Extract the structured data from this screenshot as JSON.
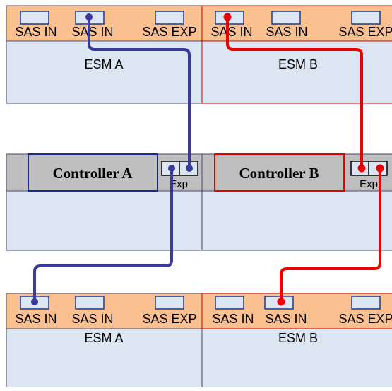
{
  "ports": {
    "sas_in": "SAS IN",
    "sas_exp": "SAS EXP",
    "exp": "Exp"
  },
  "top_shelf": {
    "esm_a": "ESM A",
    "esm_b": "ESM B"
  },
  "controller_shelf": {
    "controller_a": "Controller A",
    "controller_b": "Controller B"
  },
  "bottom_shelf": {
    "esm_a": "ESM A",
    "esm_b": "ESM B"
  },
  "colors": {
    "header_fill": "#FAC090",
    "body_fill": "#DCE6F2",
    "module_border": "#CC0000",
    "frame_stroke": "#4A4A6A",
    "port_fill": "#DCE6F2",
    "port_stroke": "#1F3A8A",
    "controller_fill": "#BFBFBF",
    "controller_a_border": "#1A2A8A",
    "controller_b_border": "#E00000",
    "cable_blue": "#3A3A9A",
    "cable_red": "#EE0000"
  }
}
